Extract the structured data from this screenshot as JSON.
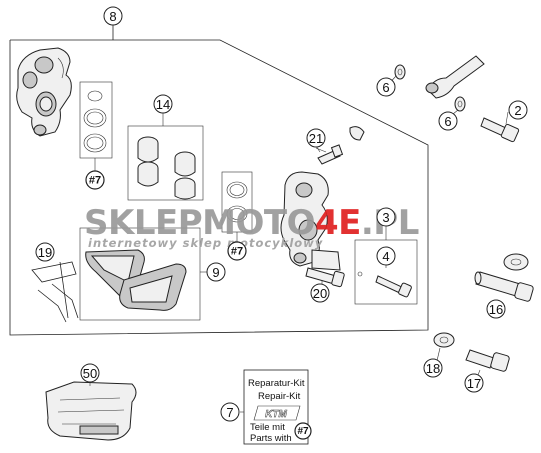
{
  "callouts": {
    "c8": "8",
    "c14": "14",
    "c21": "21",
    "c3": "3",
    "c4": "4",
    "c19": "19",
    "c9": "9",
    "c20": "20",
    "c6a": "6",
    "c6b": "6",
    "c2": "2",
    "c16": "16",
    "c18": "18",
    "c17": "17",
    "c50": "50",
    "c7": "7"
  },
  "refs": {
    "r7a": "#7",
    "r7b": "#7",
    "r7c": "#7"
  },
  "kit": {
    "line1": "Reparatur-Kit",
    "line2": "Repair-Kit",
    "line3": "Teile mit",
    "line4": "Parts with",
    "logo": "KTM"
  },
  "watermark": {
    "part1": "SKLEP",
    "part2": "MOTO",
    "part3": "4E",
    "part4": ".PL",
    "subtitle": "internetowy sklep motocyklowy"
  },
  "colors": {
    "watermark_gray": "#9a9a9a",
    "watermark_red": "#e02020",
    "line": "#222222"
  }
}
